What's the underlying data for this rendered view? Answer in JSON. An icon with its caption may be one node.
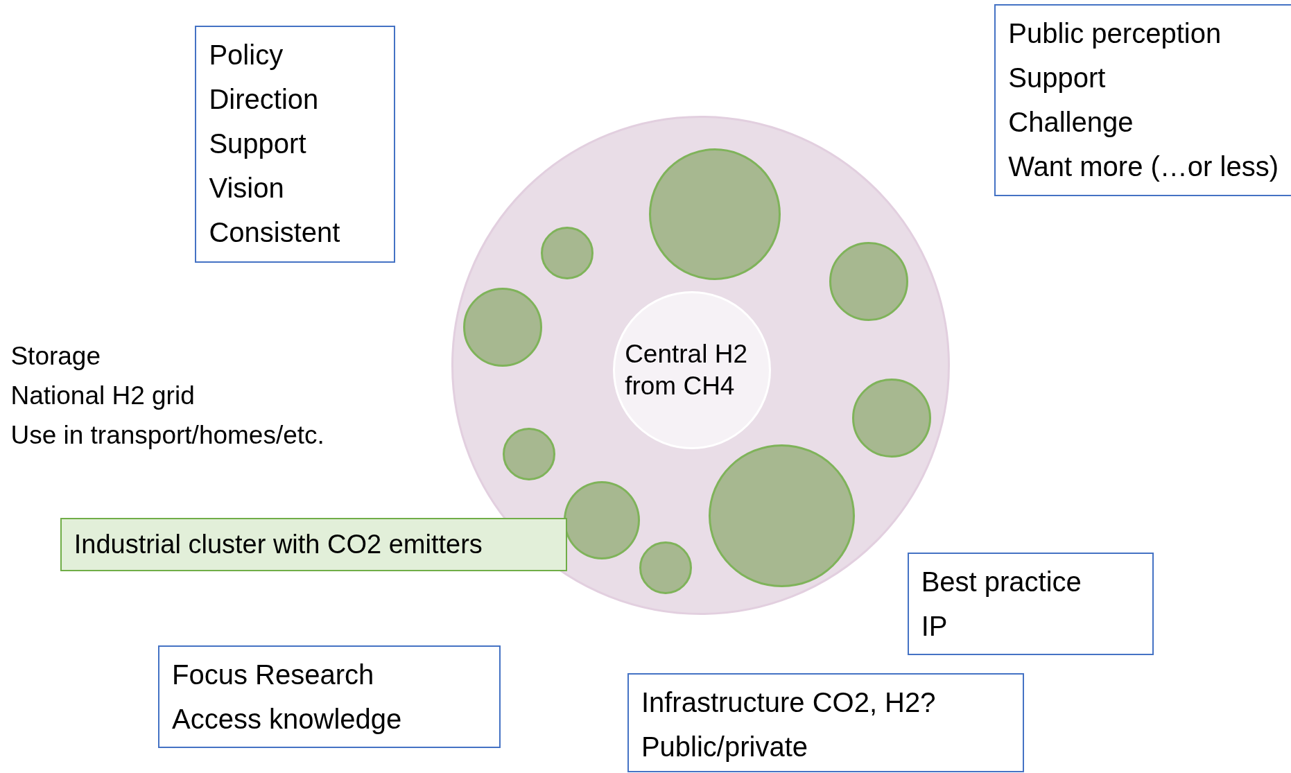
{
  "diagram": {
    "nodes": [
      {
        "text": [
          "Policy",
          "Direction",
          "Support",
          "Vision",
          "Consistent"
        ]
      },
      {
        "text": [
          "Public perception",
          "Support",
          "Challenge",
          "Want more (…or less)"
        ]
      },
      {
        "text": [],
        "shape": "circle"
      },
      {
        "text": [],
        "shape": "circle",
        "in": 2
      },
      {
        "text": [],
        "shape": "circle",
        "in": 2
      },
      {
        "text": [],
        "shape": "circle",
        "in": 2
      },
      {
        "text": [],
        "shape": "circle",
        "in": 2
      },
      {
        "text": [
          "Central H2 from CH4"
        ],
        "in": 2
      },
      {
        "text": [],
        "shape": "circle",
        "in": 2
      },
      {
        "text": [],
        "shape": "circle",
        "in": 2
      },
      {
        "text": [],
        "shape": "circle",
        "in": 2
      },
      {
        "text": [],
        "shape": "circle",
        "in": 2
      },
      {
        "text": [],
        "shape": "circle",
        "in": 2
      },
      {
        "text": [
          "Industrial cluster with CO2 emitters"
        ]
      },
      {
        "text": [
          "Best practice",
          "IP"
        ]
      },
      {
        "text": [
          "Focus Research",
          "Access knowledge"
        ]
      },
      {
        "text": [
          "Infrastructure CO2, H2?",
          "Public/private"
        ]
      }
    ],
    "edges": [],
    "labels": [
      "Storage",
      "National H2 grid",
      "Use in transport/homes/etc."
    ]
  }
}
